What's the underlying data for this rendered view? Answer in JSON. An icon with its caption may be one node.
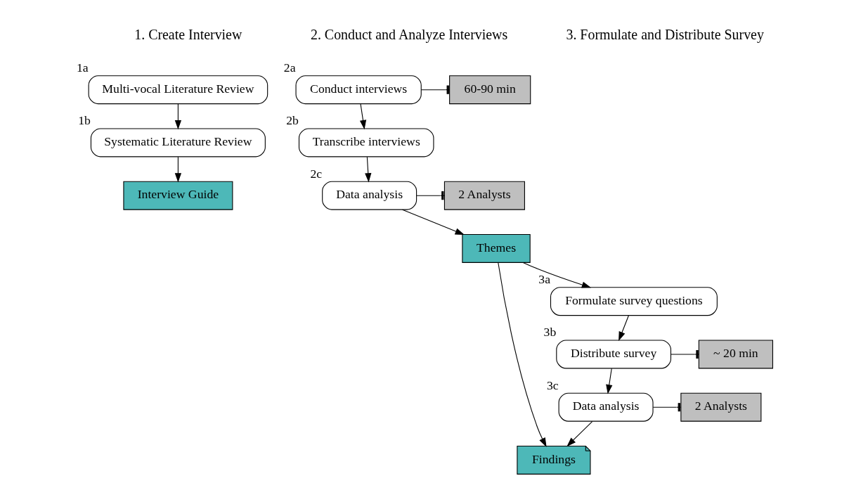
{
  "diagram": {
    "nodes": [
      {
        "text": [
          "Multi-vocal Literature Review"
        ],
        "beside": [
          "1a"
        ]
      },
      {
        "text": [
          "Systematic Literature Review"
        ],
        "beside": [
          "1b"
        ]
      },
      {
        "text": [
          "Interview Guide"
        ]
      },
      {
        "text": [
          "Conduct interviews"
        ],
        "beside": [
          "2a"
        ]
      },
      {
        "text": [
          "60-90 min"
        ]
      },
      {
        "text": [
          "Transcribe interviews"
        ],
        "beside": [
          "2b"
        ]
      },
      {
        "text": [
          "Data analysis"
        ],
        "beside": [
          "2c"
        ]
      },
      {
        "text": [
          "2 Analysts"
        ]
      },
      {
        "text": [
          "Themes"
        ]
      },
      {
        "text": [
          "Formulate survey questions"
        ],
        "beside": [
          "3a"
        ]
      },
      {
        "text": [
          "Distribute survey"
        ],
        "beside": [
          "3b"
        ]
      },
      {
        "text": [
          "~ 20 min"
        ]
      },
      {
        "text": [
          "Data analysis"
        ],
        "beside": [
          "3c"
        ]
      },
      {
        "text": [
          "2 Analysts"
        ]
      },
      {
        "text": [
          "Findings"
        ]
      }
    ],
    "edges": [
      {
        "from": 0,
        "to": 1,
        "arrow": "to"
      },
      {
        "from": 1,
        "to": 2,
        "arrow": "to"
      },
      {
        "from": 3,
        "to": 4,
        "arrow": "other"
      },
      {
        "from": 3,
        "to": 5,
        "arrow": "to"
      },
      {
        "from": 5,
        "to": 6,
        "arrow": "to"
      },
      {
        "from": 6,
        "to": 7,
        "arrow": "other"
      },
      {
        "from": 6,
        "to": 8,
        "arrow": "to"
      },
      {
        "from": 8,
        "to": 9,
        "arrow": "to"
      },
      {
        "from": 9,
        "to": 10,
        "arrow": "to"
      },
      {
        "from": 10,
        "to": 11,
        "arrow": "other"
      },
      {
        "from": 10,
        "to": 12,
        "arrow": "to"
      },
      {
        "from": 12,
        "to": 13,
        "arrow": "other"
      },
      {
        "from": 12,
        "to": 14,
        "arrow": "to"
      },
      {
        "from": 8,
        "to": 14,
        "arrow": "to"
      }
    ],
    "labels": [
      "1. Create Interview",
      "2. Conduct and Analyze Interviews",
      "3. Formulate and Distribute Survey"
    ]
  }
}
